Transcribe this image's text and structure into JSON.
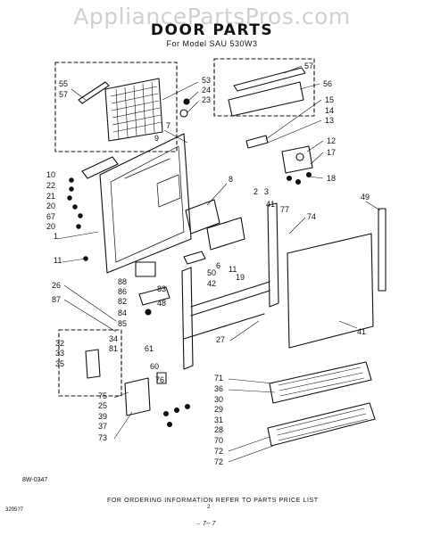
{
  "watermark": "AppliancePartsPros.com",
  "title": "DOOR PARTS",
  "subtitle": "For Model SAU 530W3",
  "diagram_code": "8W-0347",
  "order_note": "FOR ORDERING INFORMATION REFER TO PARTS PRICE LIST",
  "corner_code": "3205?7",
  "page_marker": "2",
  "signature": "→ 7-- 7",
  "callouts": [
    "55",
    "57",
    "53",
    "24",
    "23",
    "57",
    "56",
    "15",
    "14",
    "13",
    "7",
    "9",
    "12",
    "17",
    "18",
    "10",
    "22",
    "21",
    "20",
    "67",
    "20",
    "1",
    "8",
    "2",
    "3",
    "41",
    "77",
    "74",
    "49",
    "11",
    "50",
    "42",
    "6",
    "11",
    "19",
    "26",
    "87",
    "88",
    "86",
    "82",
    "84",
    "85",
    "83",
    "48",
    "41",
    "27",
    "32",
    "33",
    "35",
    "34",
    "81",
    "61",
    "60",
    "76",
    "75",
    "25",
    "39",
    "37",
    "73",
    "71",
    "36",
    "30",
    "29",
    "31",
    "28",
    "70",
    "72"
  ]
}
